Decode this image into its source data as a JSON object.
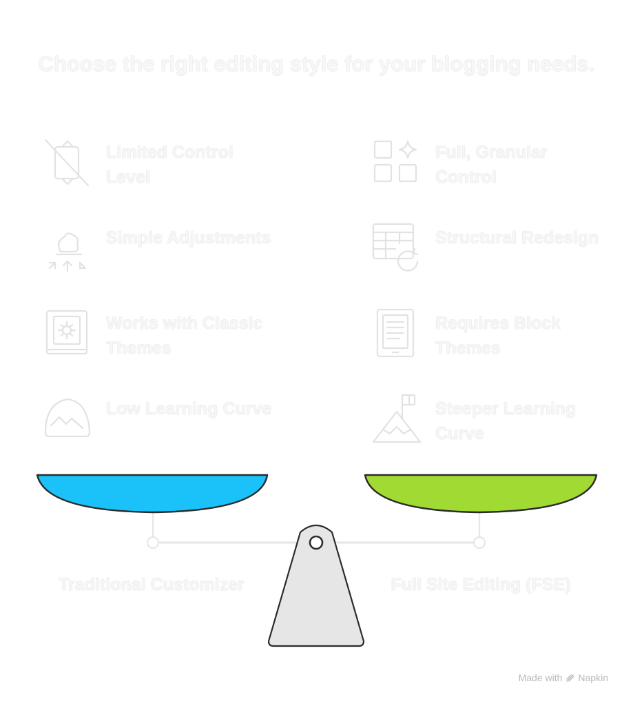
{
  "title": "Choose the right editing style for your blogging needs.",
  "left": {
    "name": "Traditional Customizer",
    "color": "#1ac2f9",
    "features": [
      {
        "icon": "no-touch-phone-icon",
        "label": "Limited Control Level"
      },
      {
        "icon": "adjustments-icon",
        "label": "Simple Adjustments"
      },
      {
        "icon": "theme-book-icon",
        "label": "Works with Classic Themes"
      },
      {
        "icon": "hill-curve-icon",
        "label": "Low Learning Curve"
      }
    ]
  },
  "right": {
    "name": "Full Site Editing (FSE)",
    "color": "#a2da34",
    "features": [
      {
        "icon": "grid-sparkle-icon",
        "label": "Full, Granular Control"
      },
      {
        "icon": "table-redo-icon",
        "label": "Structural Redesign"
      },
      {
        "icon": "document-tablet-icon",
        "label": "Requires Block Themes"
      },
      {
        "icon": "mountain-flag-icon",
        "label": "Steeper Learning Curve"
      }
    ]
  },
  "footer": {
    "prefix": "Made with",
    "brand": "Napkin"
  }
}
